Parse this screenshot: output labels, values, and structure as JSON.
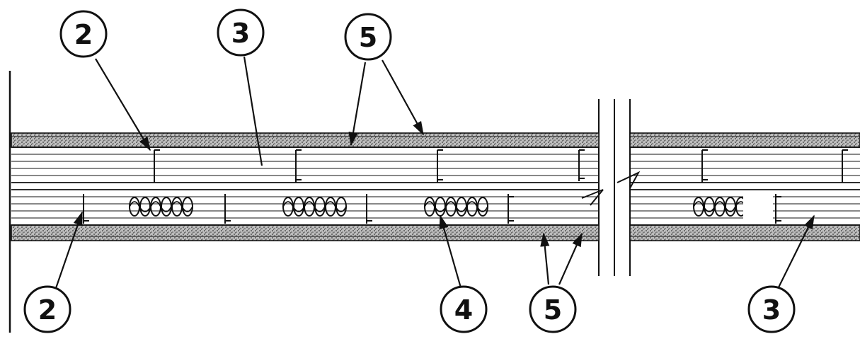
{
  "callouts": {
    "top_left_2": "2",
    "top_3": "3",
    "top_5": "5",
    "bottom_left_2": "2",
    "bottom_4": "4",
    "bottom_5": "5",
    "bottom_right_3": "3"
  },
  "colors": {
    "ink": "#111111",
    "stipple": "#6a6a6a",
    "background": "#ffffff"
  }
}
